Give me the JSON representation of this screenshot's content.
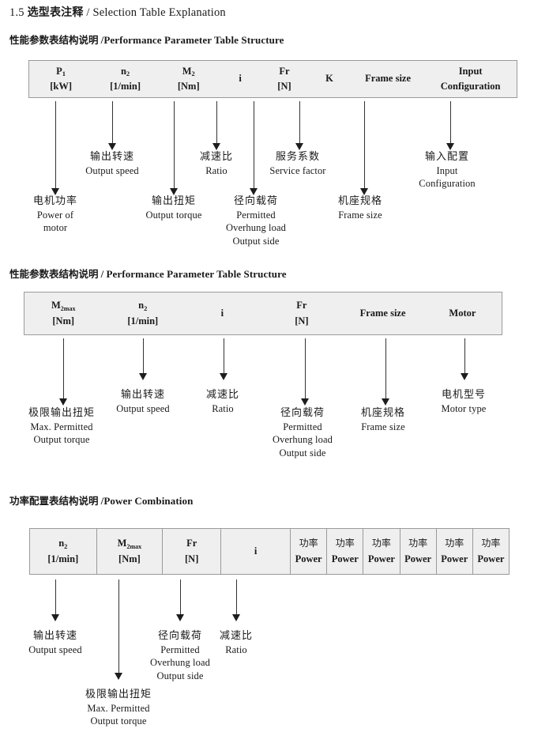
{
  "page": {
    "title_number": "1.5",
    "title_cn": "选型表注释",
    "title_sep": "/",
    "title_en": "Selection Table Explanation"
  },
  "sections": [
    {
      "heading_cn": "性能参数表结构说明",
      "heading_sep": "/",
      "heading_en": "Performance Parameter Table Structure",
      "table": {
        "divided": false,
        "columns": [
          {
            "sym": "P",
            "sub": "1",
            "unit": "[kW]"
          },
          {
            "sym": "n",
            "sub": "2",
            "unit": "[1/min]"
          },
          {
            "sym": "M",
            "sub": "2",
            "unit": "[Nm]"
          },
          {
            "sym": "i",
            "sub": "",
            "unit": ""
          },
          {
            "sym": "Fr",
            "sub": "",
            "unit": "[N]"
          },
          {
            "sym": "K",
            "sub": "",
            "unit": ""
          },
          {
            "sym": "Frame size",
            "sub": "",
            "unit": ""
          },
          {
            "sym": "Input",
            "sub": "",
            "unit": "Configuration"
          }
        ]
      },
      "callouts": [
        {
          "cn": "电机功率",
          "en": [
            "Power of",
            "motor"
          ]
        },
        {
          "cn": "输出转速",
          "en": [
            "Output speed"
          ]
        },
        {
          "cn": "输出扭矩",
          "en": [
            "Output torque"
          ]
        },
        {
          "cn": "减速比",
          "en": [
            "Ratio"
          ]
        },
        {
          "cn": "径向载荷",
          "en": [
            "Permitted",
            "Overhung load",
            "Output side"
          ]
        },
        {
          "cn": "服务系数",
          "en": [
            "Service factor"
          ]
        },
        {
          "cn": "机座规格",
          "en": [
            "Frame size"
          ]
        },
        {
          "cn": "输入配置",
          "en": [
            "Input",
            "Configuration"
          ]
        }
      ]
    },
    {
      "heading_cn": "性能参数表结构说明",
      "heading_sep": "/",
      "heading_en": "Performance Parameter Table Structure",
      "table": {
        "divided": false,
        "columns": [
          {
            "sym": "M",
            "sub": "2max",
            "unit": "[Nm]"
          },
          {
            "sym": "n",
            "sub": "2",
            "unit": "[1/min]"
          },
          {
            "sym": "i",
            "sub": "",
            "unit": ""
          },
          {
            "sym": "Fr",
            "sub": "",
            "unit": "[N]"
          },
          {
            "sym": "Frame size",
            "sub": "",
            "unit": ""
          },
          {
            "sym": "Motor",
            "sub": "",
            "unit": ""
          }
        ]
      },
      "callouts": [
        {
          "cn": "极限输出扭矩",
          "en": [
            "Max. Permitted",
            "Output  torque"
          ]
        },
        {
          "cn": "输出转速",
          "en": [
            "Output speed"
          ]
        },
        {
          "cn": "减速比",
          "en": [
            "Ratio"
          ]
        },
        {
          "cn": "径向载荷",
          "en": [
            "Permitted",
            "Overhung load",
            "Output side"
          ]
        },
        {
          "cn": "机座规格",
          "en": [
            "Frame size"
          ]
        },
        {
          "cn": "电机型号",
          "en": [
            "Motor type"
          ]
        }
      ]
    },
    {
      "heading_cn": "功率配置表结构说明",
      "heading_sep": "/",
      "heading_en": "Power Combination",
      "table": {
        "divided": true,
        "columns": [
          {
            "sym": "n",
            "sub": "2",
            "unit": "[1/min]"
          },
          {
            "sym": "M",
            "sub": "2max",
            "unit": "[Nm]"
          },
          {
            "sym": "Fr",
            "sub": "",
            "unit": "[N]"
          },
          {
            "sym": "i",
            "sub": "",
            "unit": ""
          },
          {
            "sym_cn": "功率",
            "sub": "",
            "unit": "Power"
          },
          {
            "sym_cn": "功率",
            "sub": "",
            "unit": "Power"
          },
          {
            "sym_cn": "功率",
            "sub": "",
            "unit": "Power"
          },
          {
            "sym_cn": "功率",
            "sub": "",
            "unit": "Power"
          },
          {
            "sym_cn": "功率",
            "sub": "",
            "unit": "Power"
          },
          {
            "sym_cn": "功率",
            "sub": "",
            "unit": "Power"
          }
        ]
      },
      "callouts": [
        {
          "cn": "输出转速",
          "en": [
            "Output speed"
          ]
        },
        {
          "cn": "极限输出扭矩",
          "en": [
            "Max. Permitted",
            "Output  torque"
          ]
        },
        {
          "cn": "径向载荷",
          "en": [
            "Permitted",
            "Overhung load",
            "Output side"
          ]
        },
        {
          "cn": "减速比",
          "en": [
            "Ratio"
          ]
        }
      ]
    }
  ],
  "colors": {
    "table_fill": "#efefef",
    "table_border": "#9a9a9a",
    "arrow": "#1d1d1d",
    "text": "#1a1a1a"
  }
}
